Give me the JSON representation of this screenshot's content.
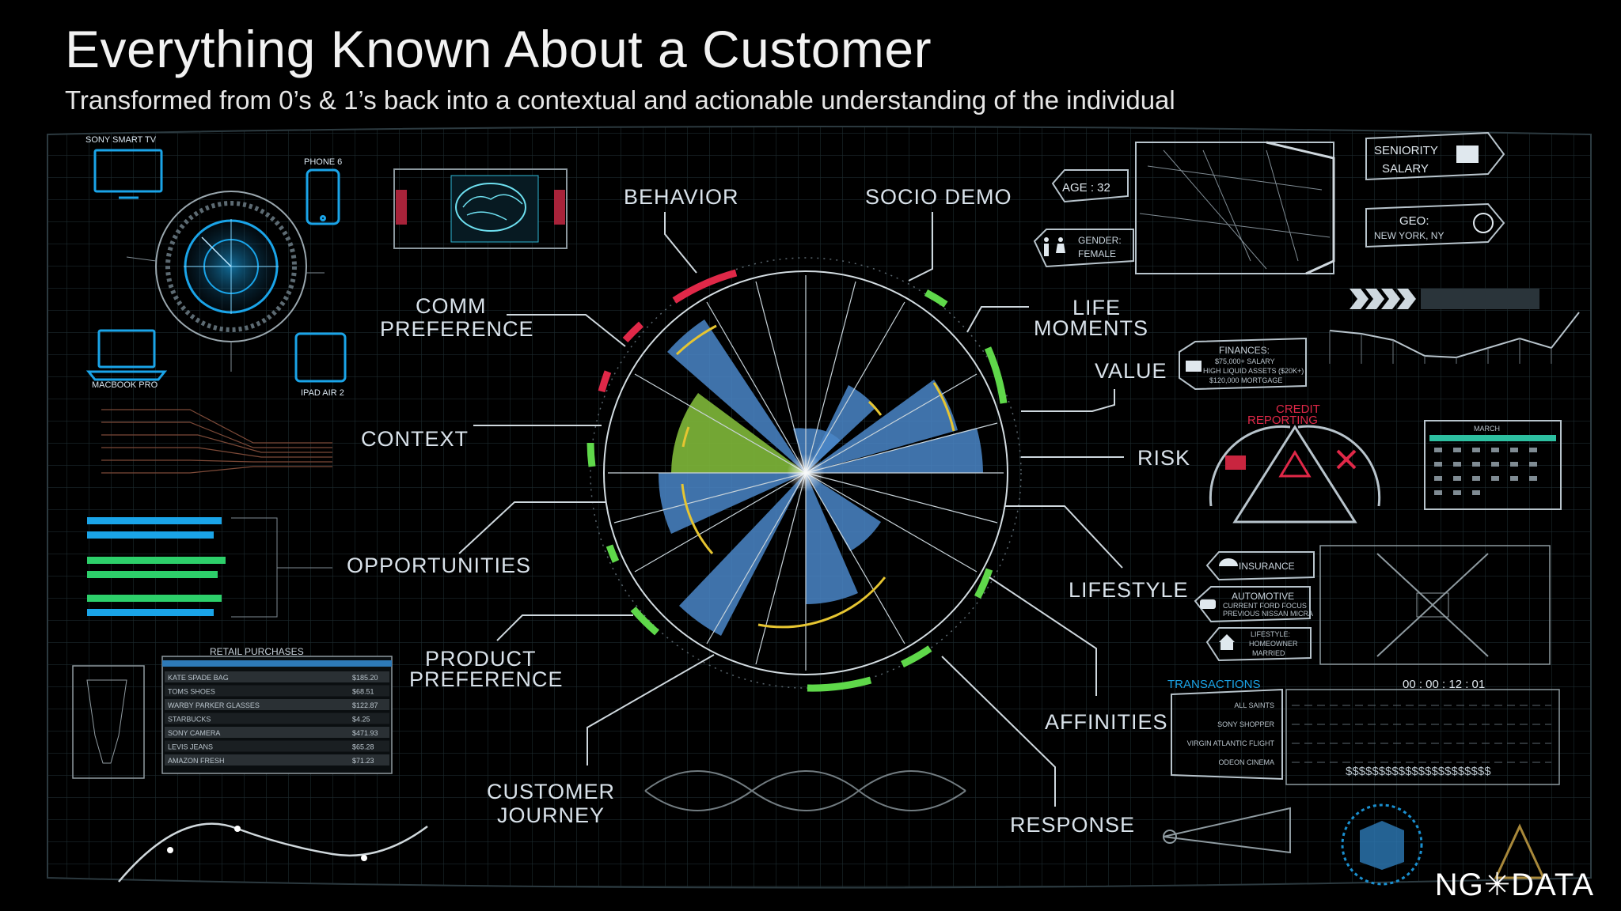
{
  "header": {
    "title": "Everything Known About a Customer",
    "subtitle": "Transformed from 0’s & 1’s back into a contextual and actionable understanding of the individual"
  },
  "wheel_labels": {
    "behavior": "BEHAVIOR",
    "socio_demo": "SOCIO DEMO",
    "comm_1": "COMM",
    "comm_2": "PREFERENCE",
    "life_1": "LIFE",
    "life_2": "MOMENTS",
    "value": "VALUE",
    "context": "CONTEXT",
    "risk": "RISK",
    "opportunities": "OPPORTUNITIES",
    "lifestyle": "LIFESTYLE",
    "product_1": "PRODUCT",
    "product_2": "PREFERENCE",
    "affinities": "AFFINITIES",
    "journey_1": "CUSTOMER",
    "journey_2": "JOURNEY",
    "response": "RESPONSE"
  },
  "devices": {
    "tv": "SONY SMART TV",
    "phone": "PHONE 6",
    "laptop": "MACBOOK PRO",
    "tablet": "IPAD AIR 2"
  },
  "profile": {
    "age": "AGE : 32",
    "gender_1": "GENDER:",
    "gender_2": "FEMALE",
    "seniority": "SENIORITY",
    "salary": "SALARY",
    "geo_1": "GEO:",
    "geo_2": "NEW YORK, NY",
    "finances_title": "FINANCES:",
    "finances_1": "$75,000+ SALARY",
    "finances_2": "HIGH LIQUID ASSETS ($20K+)",
    "finances_3": "$120,000 MORTGAGE",
    "credit_1": "CREDIT",
    "credit_2": "REPORTING",
    "calendar": "MARCH",
    "insurance": "INSURANCE",
    "automotive_1": "AUTOMOTIVE",
    "automotive_2": "CURRENT FORD FOCUS",
    "automotive_3": "PREVIOUS NISSAN MICRA",
    "lifestyle_1": "LIFESTYLE:",
    "lifestyle_2": "HOMEOWNER",
    "lifestyle_3": "MARRIED"
  },
  "retail": {
    "title": "RETAIL PURCHASES",
    "items": [
      {
        "name": "KATE SPADE BAG",
        "price": "$185.20"
      },
      {
        "name": "TOMS SHOES",
        "price": "$68.51"
      },
      {
        "name": "WARBY PARKER GLASSES",
        "price": "$122.87"
      },
      {
        "name": "STARBUCKS",
        "price": "$4.25"
      },
      {
        "name": "SONY CAMERA",
        "price": "$471.93"
      },
      {
        "name": "LEVIS JEANS",
        "price": "$65.28"
      },
      {
        "name": "AMAZON FRESH",
        "price": "$71.23"
      }
    ]
  },
  "transactions": {
    "title": "TRANSACTIONS",
    "timer": "00 : 00 : 12 : 01",
    "items": [
      "ALL SAINTS",
      "SONY SHOPPER",
      "VIRGIN ATLANTIC FLIGHT",
      "ODEON CINEMA"
    ],
    "dollars": "$$$$$$$$$$$$$$$$$$$$$$"
  },
  "brand": {
    "logo": "NG✳DATA"
  },
  "colors": {
    "sector_blue": "#4a86c8",
    "sector_green": "#7fb83a",
    "accent_yellow": "#e6c531",
    "accent_red": "#e02848",
    "accent_green": "#5fd84a",
    "device_cyan": "#1aa4e8"
  }
}
